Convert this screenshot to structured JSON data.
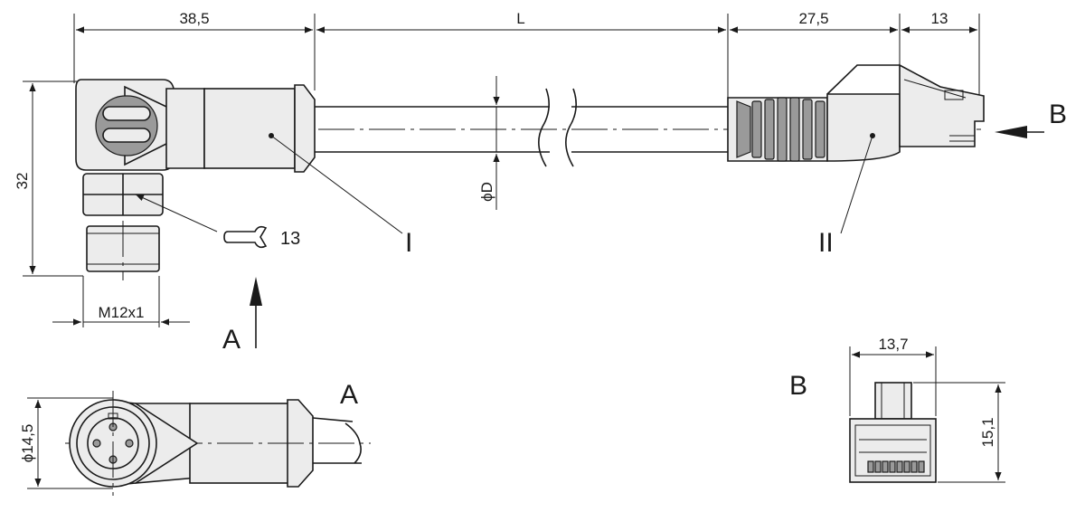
{
  "drawing": {
    "dimensions": {
      "connector_length": "38,5",
      "cable_length": "L",
      "plug_body_length": "27,5",
      "plug_tip_length": "13",
      "height": "32",
      "thread": "M12x1",
      "cable_diameter": "ϕD",
      "nut_diameter": "ϕ14,5",
      "plug_width": "13,7",
      "plug_height": "15,1"
    },
    "wrench_size": "13",
    "labels": {
      "part_one": "I",
      "part_two": "II",
      "view_a_arrow": "A",
      "view_b_arrow": "B",
      "view_a_title": "A",
      "view_b_title": "B"
    }
  }
}
